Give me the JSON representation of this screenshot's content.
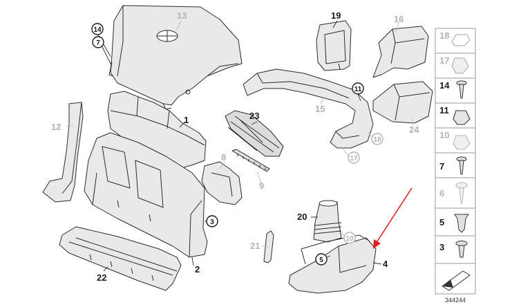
{
  "diagram": {
    "reference_number": "344244",
    "colors": {
      "label_dark": "#1a1a1a",
      "label_grey": "#b4b4b4",
      "arrow_red": "#e02020",
      "part_fill": "#e9e9e9"
    },
    "callouts": [
      {
        "id": "13",
        "style": "grey",
        "circled": false
      },
      {
        "id": "14",
        "style": "dark",
        "circled": true
      },
      {
        "id": "7",
        "style": "dark",
        "circled": true
      },
      {
        "id": "19",
        "style": "dark",
        "circled": false
      },
      {
        "id": "16",
        "style": "grey",
        "circled": false
      },
      {
        "id": "11",
        "style": "dark",
        "circled": true
      },
      {
        "id": "15",
        "style": "grey",
        "circled": false
      },
      {
        "id": "24",
        "style": "grey",
        "circled": false
      },
      {
        "id": "23",
        "style": "dark",
        "circled": false
      },
      {
        "id": "1",
        "style": "dark",
        "circled": false
      },
      {
        "id": "12",
        "style": "grey",
        "circled": false
      },
      {
        "id": "18",
        "style": "grey",
        "circled": true
      },
      {
        "id": "17",
        "style": "grey",
        "circled": true
      },
      {
        "id": "8",
        "style": "grey",
        "circled": false
      },
      {
        "id": "9",
        "style": "grey",
        "circled": false
      },
      {
        "id": "3",
        "style": "dark",
        "circled": true
      },
      {
        "id": "20",
        "style": "dark",
        "circled": false
      },
      {
        "id": "10",
        "style": "grey",
        "circled": true
      },
      {
        "id": "21",
        "style": "grey",
        "circled": false
      },
      {
        "id": "5",
        "style": "dark",
        "circled": true
      },
      {
        "id": "4",
        "style": "dark",
        "circled": false
      },
      {
        "id": "2",
        "style": "dark",
        "circled": false
      },
      {
        "id": "22",
        "style": "dark",
        "circled": false
      }
    ],
    "sidebar": [
      {
        "num": "18",
        "style": "grey"
      },
      {
        "num": "17",
        "style": "grey"
      },
      {
        "num": "14",
        "style": "dark"
      },
      {
        "num": "11",
        "style": "dark"
      },
      {
        "num": "10",
        "style": "grey"
      },
      {
        "num": "7",
        "style": "dark"
      },
      {
        "num": "6",
        "style": "grey"
      },
      {
        "num": "5",
        "style": "dark"
      },
      {
        "num": "3",
        "style": "dark"
      }
    ]
  }
}
